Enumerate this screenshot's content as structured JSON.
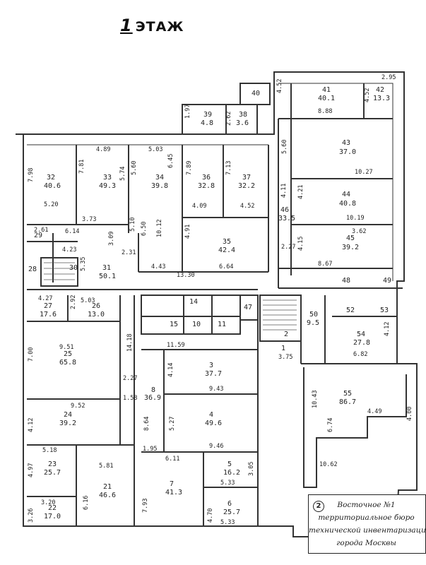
{
  "floor": {
    "number": "1",
    "label": "ЭТАЖ"
  },
  "rooms": [
    {
      "id": "r41",
      "n": "41",
      "a": "40.1"
    },
    {
      "id": "r42",
      "n": "42",
      "a": "13.3"
    },
    {
      "id": "r40",
      "n": "40",
      "a": ""
    },
    {
      "id": "r39",
      "n": "39",
      "a": "4.8"
    },
    {
      "id": "r38",
      "n": "38",
      "a": "3.6"
    },
    {
      "id": "r43",
      "n": "43",
      "a": "37.0"
    },
    {
      "id": "r44",
      "n": "44",
      "a": "40.8"
    },
    {
      "id": "r45",
      "n": "45",
      "a": "39.2"
    },
    {
      "id": "r46",
      "n": "46",
      "a": "33.5"
    },
    {
      "id": "r32",
      "n": "32",
      "a": "40.6"
    },
    {
      "id": "r33",
      "n": "33",
      "a": "49.3"
    },
    {
      "id": "r34",
      "n": "34",
      "a": "39.8"
    },
    {
      "id": "r36",
      "n": "36",
      "a": "32.8"
    },
    {
      "id": "r37",
      "n": "37",
      "a": "32.2"
    },
    {
      "id": "r35",
      "n": "35",
      "a": "42.4"
    },
    {
      "id": "r29",
      "n": "29",
      "a": ""
    },
    {
      "id": "r28",
      "n": "28",
      "a": ""
    },
    {
      "id": "r30",
      "n": "30",
      "a": ""
    },
    {
      "id": "r31",
      "n": "31",
      "a": "50.1"
    },
    {
      "id": "r48",
      "n": "48",
      "a": ""
    },
    {
      "id": "r49",
      "n": "49",
      "a": ""
    },
    {
      "id": "r27",
      "n": "27",
      "a": "17.6"
    },
    {
      "id": "r26",
      "n": "26",
      "a": "13.0"
    },
    {
      "id": "r14",
      "n": "14",
      "a": ""
    },
    {
      "id": "r47",
      "n": "47",
      "a": ""
    },
    {
      "id": "r15",
      "n": "15",
      "a": ""
    },
    {
      "id": "r10",
      "n": "10",
      "a": ""
    },
    {
      "id": "r11",
      "n": "11",
      "a": ""
    },
    {
      "id": "r50",
      "n": "50",
      "a": "9.5"
    },
    {
      "id": "r52",
      "n": "52",
      "a": ""
    },
    {
      "id": "r53",
      "n": "53",
      "a": ""
    },
    {
      "id": "r54",
      "n": "54",
      "a": "27.8"
    },
    {
      "id": "r2",
      "n": "2",
      "a": ""
    },
    {
      "id": "r1",
      "n": "1",
      "a": ""
    },
    {
      "id": "r25",
      "n": "25",
      "a": "65.8"
    },
    {
      "id": "r24",
      "n": "24",
      "a": "39.2"
    },
    {
      "id": "r3",
      "n": "3",
      "a": "37.7"
    },
    {
      "id": "r8",
      "n": "8",
      "a": "36.9"
    },
    {
      "id": "r4",
      "n": "4",
      "a": "49.6"
    },
    {
      "id": "r55",
      "n": "55",
      "a": "86.7"
    },
    {
      "id": "r23",
      "n": "23",
      "a": "25.7"
    },
    {
      "id": "r21",
      "n": "21",
      "a": "46.6"
    },
    {
      "id": "r22",
      "n": "22",
      "a": "17.0"
    },
    {
      "id": "r7",
      "n": "7",
      "a": "41.3"
    },
    {
      "id": "r5",
      "n": "5",
      "a": "16.2"
    },
    {
      "id": "r6",
      "n": "6",
      "a": "25.7"
    }
  ],
  "dimensions": [
    "4.52",
    "2.95",
    "8.88",
    "4.52",
    "1.97",
    "2.62",
    "5.60",
    "10.27",
    "4.21",
    "10.19",
    "3.62",
    "4.15",
    "8.67",
    "2.27",
    "4.11",
    "4.89",
    "5.03",
    "6.45",
    "7.81",
    "5.74",
    "5.60",
    "7.89",
    "7.13",
    "5.20",
    "4.09",
    "4.52",
    "3.73",
    "6.14",
    "5.10",
    "2.31",
    "6.50",
    "10.12",
    "4.91",
    "6.64",
    "4.43",
    "13.30",
    "2.61",
    "4.23",
    "5.35",
    "3.09",
    "4.27",
    "2.92",
    "5.03",
    "7.00",
    "14.18",
    "9.51",
    "11.59",
    "4.14",
    "9.43",
    "9.52",
    "5.27",
    "9.46",
    "2.27",
    "1.58",
    "4.12",
    "10.43",
    "4.49",
    "6.74",
    "10.62",
    "4.12",
    "6.82",
    "5.18",
    "4.97",
    "5.81",
    "6.11",
    "3.20",
    "3.26",
    "6.16",
    "4.70",
    "5.33",
    "5.33",
    "3.05",
    "7.93",
    "1.95",
    "8.64",
    "3.75",
    "4.00",
    "7.98"
  ],
  "stamp": {
    "number": "2",
    "lines": [
      "Восточное №1",
      "территориальное бюро",
      "технической инвентаризации",
      "города Москвы"
    ]
  }
}
